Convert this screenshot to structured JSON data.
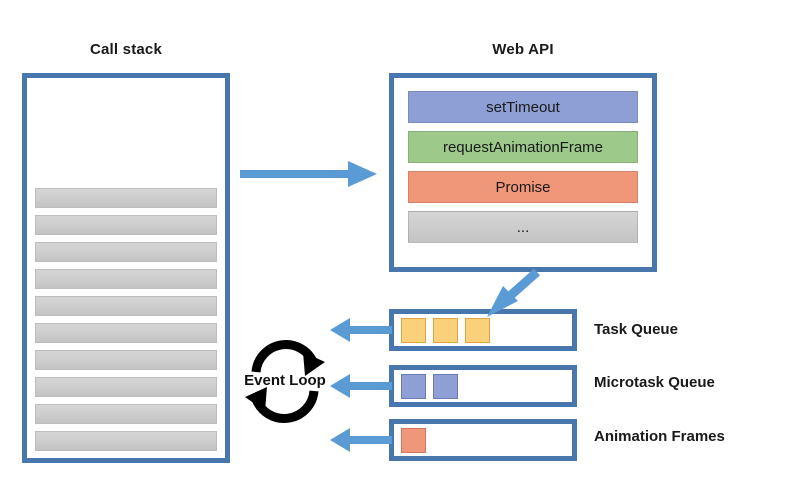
{
  "diagram": {
    "call_stack": {
      "title": "Call stack",
      "frame_count": 10,
      "frame_color": "#cfcfcf",
      "border_color": "#4777ad"
    },
    "web_api": {
      "title": "Web API",
      "border_color": "#4777ad",
      "items": [
        {
          "label": "setTimeout",
          "color": "#8d9fd4"
        },
        {
          "label": "requestAnimationFrame",
          "color": "#9dc98a"
        },
        {
          "label": "Promise",
          "color": "#f0977a"
        },
        {
          "label": "...",
          "color": "#cccccc"
        }
      ]
    },
    "queues": [
      {
        "label": "Task Queue",
        "item_count": 3,
        "item_color": "#fbd07a"
      },
      {
        "label": "Microtask Queue",
        "item_count": 2,
        "item_color": "#8d9fd4"
      },
      {
        "label": "Animation Frames",
        "item_count": 1,
        "item_color": "#f0977a"
      }
    ],
    "event_loop": {
      "label": "Event Loop",
      "arrow_color": "#000000"
    },
    "arrows": {
      "color": "#5b9bd5",
      "callstack_to_webapi": "right",
      "webapi_to_taskqueue": "down-left",
      "queues_to_eventloop": "left"
    }
  }
}
